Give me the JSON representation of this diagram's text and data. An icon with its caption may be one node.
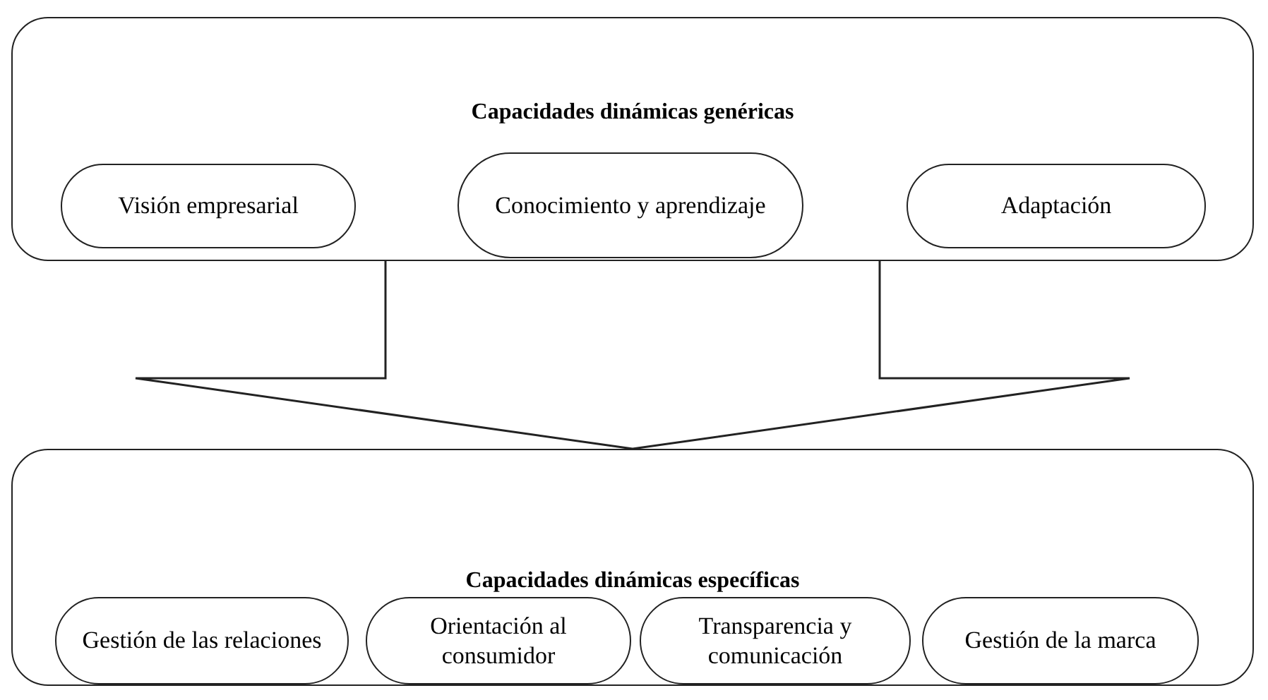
{
  "diagram": {
    "nodes": [
      {
        "text": [
          "Capacidades dinámicas genéricas"
        ]
      },
      {
        "text": [
          "Visión empresarial"
        ],
        "in": 0
      },
      {
        "text": [
          "Conocimiento y aprendizaje"
        ],
        "in": 0
      },
      {
        "text": [
          "Adaptación"
        ],
        "in": 0
      },
      {
        "text": [
          "Capacidades dinámicas específicas"
        ]
      },
      {
        "text": [
          "Gestión de las relaciones"
        ],
        "in": 4
      },
      {
        "text": [
          "Orientación al consumidor"
        ],
        "in": 4
      },
      {
        "text": [
          "Transparencia y comunicación"
        ],
        "in": 4
      },
      {
        "text": [
          "Gestión de la marca"
        ],
        "in": 4
      }
    ],
    "edges": [
      {
        "from": 0,
        "to": 4,
        "arrow": "to"
      }
    ]
  }
}
